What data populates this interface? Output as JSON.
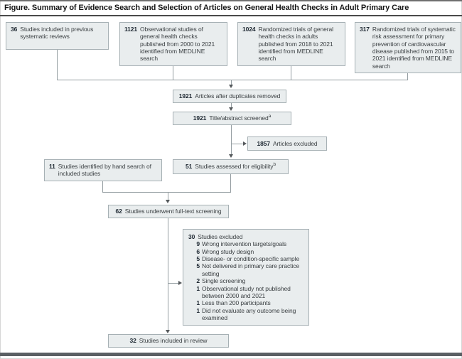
{
  "figure": {
    "title": "Figure. Summary of Evidence Search and Selection of Articles on General Health Checks in Adult Primary Care"
  },
  "boxes": {
    "previous_reviews": {
      "count": "36",
      "label": "Studies included in previous systematic reviews"
    },
    "observational": {
      "count": "1121",
      "label": "Observational studies of general health checks published from 2000 to 2021 identified from MEDLINE search"
    },
    "randomized_health_checks": {
      "count": "1024",
      "label": "Randomized trials of general health checks in adults published from 2018 to 2021 identified from MEDLINE search"
    },
    "randomized_risk_assessment": {
      "count": "317",
      "label": "Randomized trials of systematic risk assessment for primary prevention of cardiovascular disease published from 2015 to 2021 identified from MEDLINE search"
    },
    "duplicates_removed": {
      "count": "1921",
      "label": "Articles after duplicates removed"
    },
    "title_abstract_screened": {
      "count": "1921",
      "label": "Title/abstract screened",
      "footnote": "a"
    },
    "articles_excluded": {
      "count": "1857",
      "label": "Articles excluded"
    },
    "hand_search": {
      "count": "11",
      "label": "Studies identified by hand search of included studies"
    },
    "assessed_eligibility": {
      "count": "51",
      "label": "Studies assessed for eligibility",
      "footnote": "b"
    },
    "full_text_screening": {
      "count": "62",
      "label": "Studies underwent full-text screening"
    },
    "excluded_full_text": {
      "count": "30",
      "label": "Studies excluded",
      "reasons": [
        {
          "count": "9",
          "label": "Wrong intervention targets/goals"
        },
        {
          "count": "6",
          "label": "Wrong study design"
        },
        {
          "count": "5",
          "label": "Disease- or condition-specific sample"
        },
        {
          "count": "5",
          "label": "Not delivered in primary care practice setting"
        },
        {
          "count": "2",
          "label": "Single screening"
        },
        {
          "count": "1",
          "label": "Observational study not published between 2000 and 2021"
        },
        {
          "count": "1",
          "label": "Less than 200 participants"
        },
        {
          "count": "1",
          "label": "Did not evaluate any outcome being examined"
        }
      ]
    },
    "included_in_review": {
      "count": "32",
      "label": "Studies included in review"
    }
  },
  "colors": {
    "box_fill": "#e9edee",
    "box_border": "#a6b0b4",
    "connector_line": "#949da1",
    "arrowhead": "#55595c",
    "number_text": "#1c2630",
    "body_text": "#3a3f42",
    "rule": "#4a4a4a",
    "bottom_bar": "#5a5f63"
  }
}
